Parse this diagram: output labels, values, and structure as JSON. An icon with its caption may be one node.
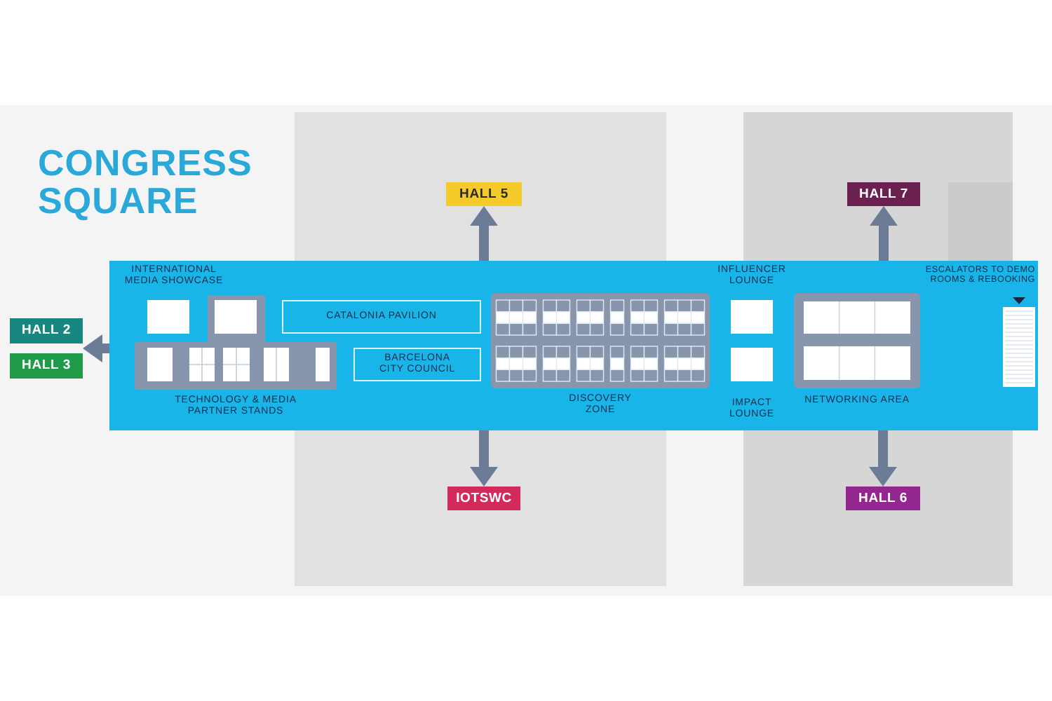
{
  "diagram": {
    "title": "CONGRESS SQUARE",
    "nodes": [
      {
        "text": [
          "HALL 5"
        ]
      },
      {
        "text": [
          "HALL 7"
        ]
      },
      {
        "text": [],
        "shape": "box"
      },
      {
        "text": [
          "INTERNATIONAL MEDIA SHOWCASE"
        ],
        "in": 2
      },
      {
        "text": [
          "INFLUENCER LOUNGE"
        ],
        "in": 2
      },
      {
        "text": [
          "ESCALATORS TO DEMO ROOMS & REBOOKING"
        ],
        "in": 2
      },
      {
        "text": [
          "CATALONIA PAVILION"
        ],
        "in": 2
      },
      {
        "text": [
          "BARCELONA CITY COUNCIL"
        ],
        "in": 2
      },
      {
        "text": [
          "HALL 2"
        ]
      },
      {
        "text": [
          "HALL 3"
        ]
      },
      {
        "text": [
          "TECHNOLOGY & MEDIA PARTNER STANDS"
        ],
        "in": 2
      },
      {
        "text": [
          "DISCOVERY ZONE"
        ],
        "in": 2
      },
      {
        "text": [
          "IMPACT LOUNGE"
        ],
        "in": 2
      },
      {
        "text": [
          "NETWORKING AREA"
        ],
        "in": 2
      },
      {
        "text": [
          "IOTSWC"
        ]
      },
      {
        "text": [
          "HALL 6"
        ]
      }
    ],
    "edges": [
      {
        "from": 2,
        "to": 0,
        "arrow": "to"
      },
      {
        "from": 2,
        "to": 1,
        "arrow": "to"
      },
      {
        "from": 2,
        "to": 8,
        "arrow": "to"
      },
      {
        "from": 2,
        "to": 9,
        "arrow": "to"
      },
      {
        "from": 2,
        "to": 14,
        "arrow": "to"
      },
      {
        "from": 2,
        "to": 15,
        "arrow": "to"
      }
    ]
  }
}
